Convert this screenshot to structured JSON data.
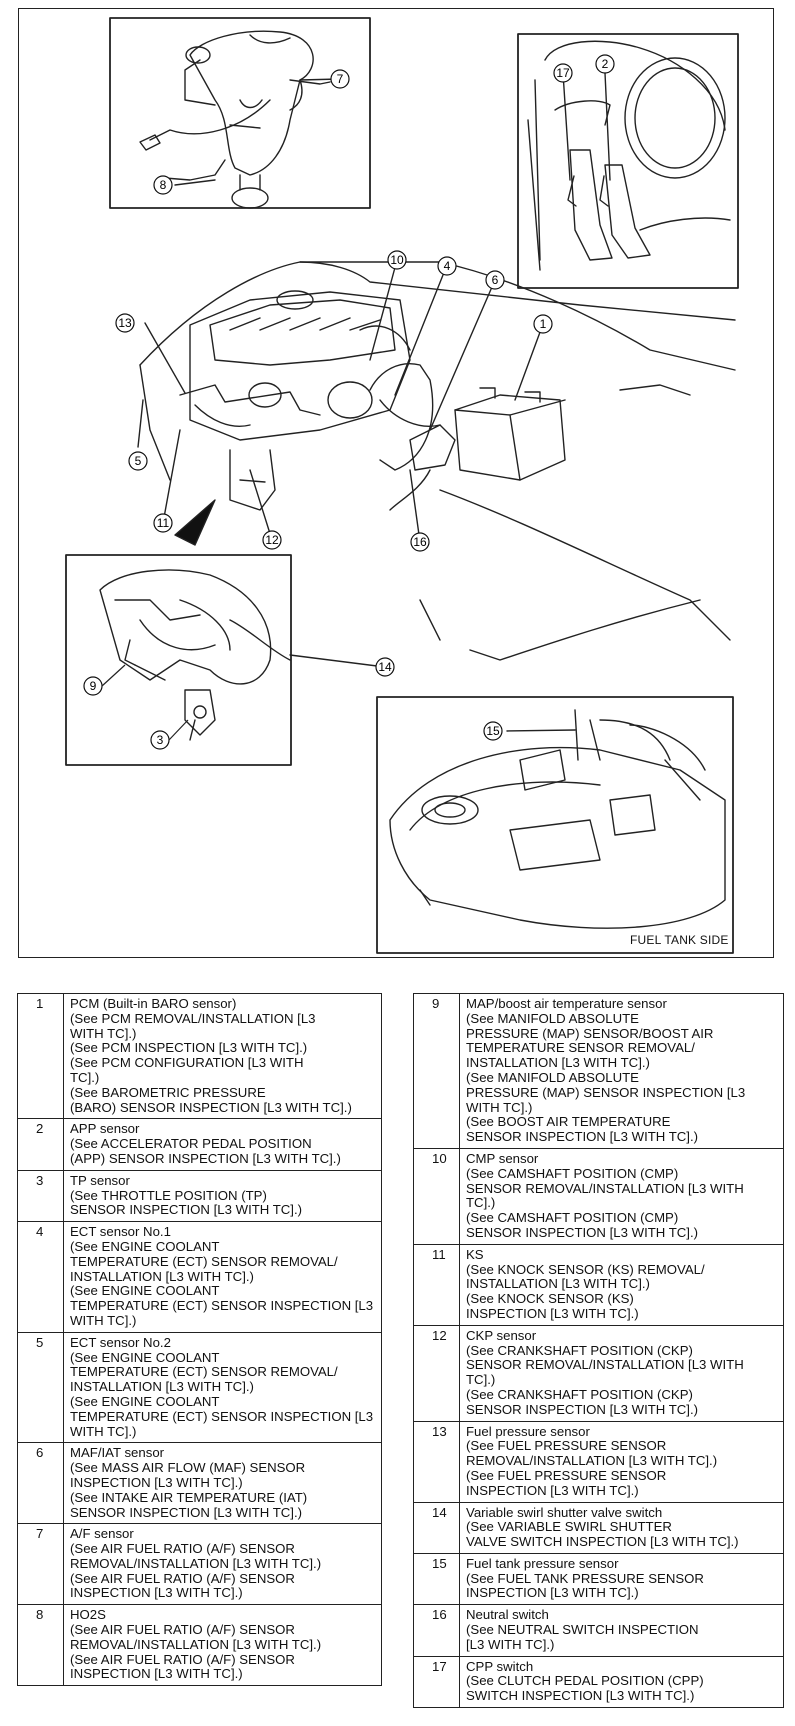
{
  "diagram": {
    "fuel_tank_caption": "FUEL TANK SIDE",
    "callouts": [
      "1",
      "2",
      "3",
      "4",
      "5",
      "6",
      "7",
      "8",
      "9",
      "10",
      "11",
      "12",
      "13",
      "14",
      "15",
      "16",
      "17"
    ]
  },
  "legend_left": [
    {
      "num": "1",
      "title": "PCM (Built-in BARO sensor)",
      "refs": "(See PCM REMOVAL/INSTALLATION [L3\nWITH TC].)\n(See PCM INSPECTION [L3 WITH TC].)\n(See PCM CONFIGURATION [L3 WITH\nTC].)\n(See BAROMETRIC PRESSURE\n(BARO) SENSOR INSPECTION [L3 WITH TC].)"
    },
    {
      "num": "2",
      "title": "APP sensor",
      "refs": "(See ACCELERATOR PEDAL POSITION\n(APP) SENSOR INSPECTION [L3 WITH TC].)"
    },
    {
      "num": "3",
      "title": "TP sensor",
      "refs": "(See THROTTLE POSITION (TP)\nSENSOR INSPECTION [L3 WITH TC].)"
    },
    {
      "num": "4",
      "title": "ECT sensor No.1",
      "refs": "(See ENGINE COOLANT\nTEMPERATURE (ECT) SENSOR REMOVAL/\nINSTALLATION [L3 WITH TC].)\n(See ENGINE COOLANT\nTEMPERATURE (ECT) SENSOR INSPECTION [L3\nWITH TC].)"
    },
    {
      "num": "5",
      "title": "ECT sensor No.2",
      "refs": "(See ENGINE COOLANT\nTEMPERATURE (ECT) SENSOR REMOVAL/\nINSTALLATION [L3 WITH TC].)\n(See ENGINE COOLANT\nTEMPERATURE (ECT) SENSOR INSPECTION [L3\nWITH TC].)"
    },
    {
      "num": "6",
      "title": "MAF/IAT sensor",
      "refs": "(See MASS AIR FLOW (MAF) SENSOR\nINSPECTION [L3 WITH TC].)\n(See INTAKE AIR TEMPERATURE (IAT)\nSENSOR INSPECTION [L3 WITH TC].)"
    },
    {
      "num": "7",
      "title": "A/F sensor",
      "refs": "(See AIR FUEL RATIO (A/F) SENSOR\nREMOVAL/INSTALLATION [L3 WITH TC].)\n(See AIR FUEL RATIO (A/F) SENSOR\nINSPECTION [L3 WITH TC].)"
    },
    {
      "num": "8",
      "title": "HO2S",
      "refs": "(See AIR FUEL RATIO (A/F) SENSOR\nREMOVAL/INSTALLATION [L3 WITH TC].)\n(See AIR FUEL RATIO (A/F) SENSOR\nINSPECTION [L3 WITH TC].)"
    }
  ],
  "legend_right": [
    {
      "num": "9",
      "title": "MAP/boost air temperature sensor",
      "refs": "(See MANIFOLD ABSOLUTE\nPRESSURE (MAP) SENSOR/BOOST AIR\nTEMPERATURE SENSOR REMOVAL/\nINSTALLATION [L3 WITH TC].)\n(See MANIFOLD ABSOLUTE\nPRESSURE (MAP) SENSOR INSPECTION [L3\nWITH TC].)\n(See BOOST AIR TEMPERATURE\nSENSOR INSPECTION [L3 WITH TC].)"
    },
    {
      "num": "10",
      "title": "CMP sensor",
      "refs": "(See CAMSHAFT POSITION (CMP)\nSENSOR REMOVAL/INSTALLATION [L3 WITH\nTC].)\n(See CAMSHAFT POSITION (CMP)\nSENSOR INSPECTION [L3 WITH TC].)"
    },
    {
      "num": "11",
      "title": "KS",
      "refs": "(See KNOCK SENSOR (KS) REMOVAL/\nINSTALLATION [L3 WITH TC].)\n(See KNOCK SENSOR (KS)\nINSPECTION [L3 WITH TC].)"
    },
    {
      "num": "12",
      "title": "CKP sensor",
      "refs": "(See CRANKSHAFT POSITION (CKP)\nSENSOR REMOVAL/INSTALLATION [L3 WITH\nTC].)\n(See CRANKSHAFT POSITION (CKP)\nSENSOR INSPECTION [L3 WITH TC].)"
    },
    {
      "num": "13",
      "title": "Fuel pressure sensor",
      "refs": "(See FUEL PRESSURE SENSOR\nREMOVAL/INSTALLATION [L3 WITH TC].)\n(See FUEL PRESSURE SENSOR\nINSPECTION [L3 WITH TC].)"
    },
    {
      "num": "14",
      "title": "Variable swirl shutter valve switch",
      "refs": "(See VARIABLE SWIRL SHUTTER\nVALVE SWITCH INSPECTION [L3 WITH TC].)"
    },
    {
      "num": "15",
      "title": "Fuel tank pressure sensor",
      "refs": "(See FUEL TANK PRESSURE SENSOR\nINSPECTION [L3 WITH TC].)"
    },
    {
      "num": "16",
      "title": "Neutral switch",
      "refs": "(See NEUTRAL SWITCH INSPECTION\n[L3 WITH TC].)"
    },
    {
      "num": "17",
      "title": "CPP switch",
      "refs": "(See CLUTCH PEDAL POSITION (CPP)\nSWITCH INSPECTION [L3 WITH TC].)"
    }
  ]
}
